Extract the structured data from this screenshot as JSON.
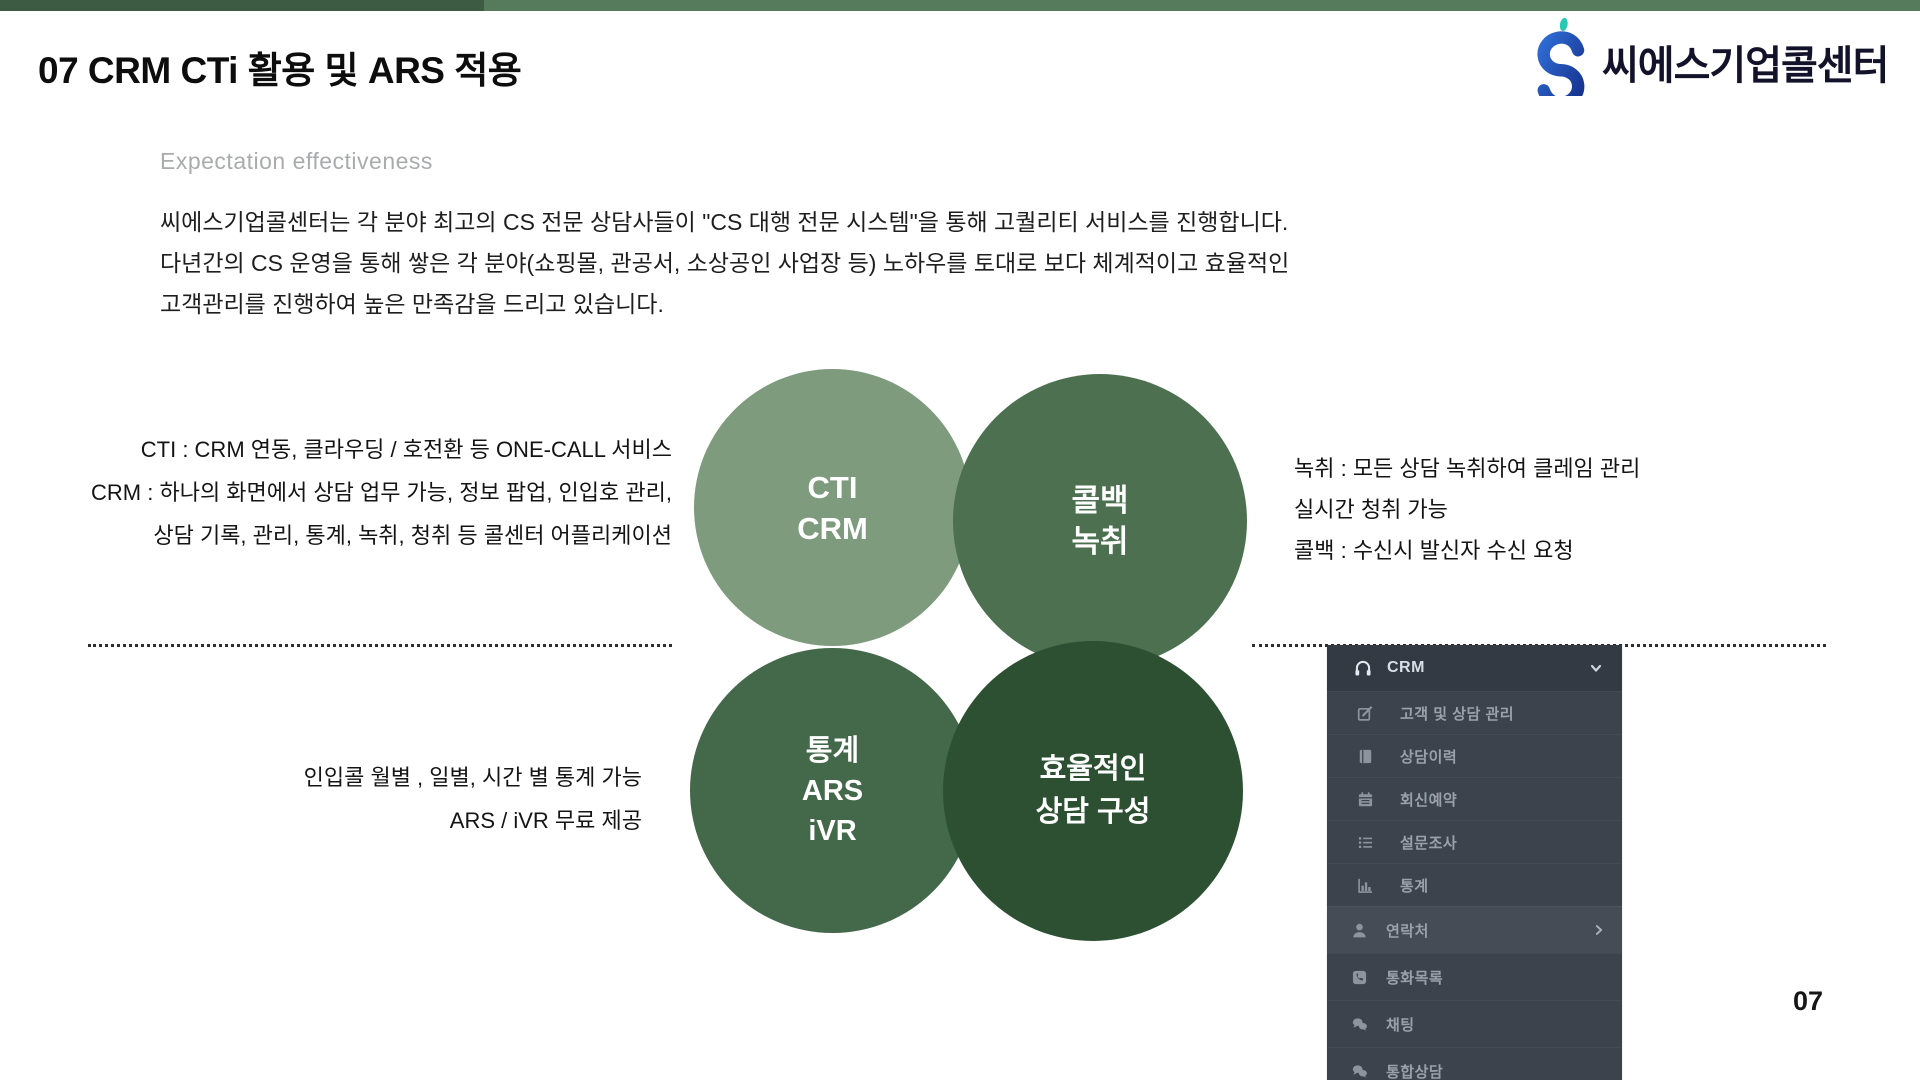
{
  "page": {
    "title": "07 CRM CTi 활용 및 ARS 적용",
    "number": "07"
  },
  "logo": {
    "text": "씨에스기업콜센터",
    "icon": "cs-company-logo-icon",
    "teal": "#29C8B4",
    "blue": "#2F6BD4",
    "navy": "#16328E"
  },
  "colors": {
    "bar_left": "#3D5B43",
    "bar_right": "#567A5C",
    "sidebar_bg": "#3C434D",
    "sidebar_header_bg": "#333A44"
  },
  "intro": {
    "subtitle": "Expectation effectiveness",
    "lines": [
      "씨에스기업콜센터는 각 분야 최고의 CS 전문 상담사들이 \"CS 대행 전문 시스템\"을 통해 고퀄리티 서비스를 진행합니다.",
      "다년간의 CS 운영을 통해 쌓은 각 분야(쇼핑몰, 관공서, 소상공인 사업장 등) 노하우를 토대로 보다 체계적이고 효율적인",
      "고객관리를 진행하여 높은 만족감을 드리고 있습니다."
    ]
  },
  "notes": {
    "cti_crm": [
      "CTI : CRM 연동, 클라우딩 / 호전환 등 ONE-CALL 서비스",
      "CRM : 하나의 화면에서 상담 업무 가능, 정보 팝업, 인입호 관리,",
      "상담 기록, 관리, 통계, 녹취, 청취 등 콜센터 어플리케이션"
    ],
    "record_callback": [
      "녹취 : 모든 상담 녹취하여 클레임 관리",
      "실시간 청취 가능",
      "콜백 : 수신시 발신자 수신 요청"
    ],
    "stats_ars": [
      "인입콜 월별 , 일별, 시간 별 통계 가능",
      "ARS / iVR 무료 제공"
    ]
  },
  "circles": [
    {
      "id": "cti-crm",
      "color": "#7E9B7E",
      "lines": [
        "CTI",
        "CRM"
      ]
    },
    {
      "id": "callback-record",
      "color": "#4D7051",
      "lines": [
        "콜백",
        "녹취"
      ]
    },
    {
      "id": "stats-ars-ivr",
      "color": "#44684A",
      "lines": [
        "통계",
        "ARS",
        "iVR"
      ]
    },
    {
      "id": "efficient-setup",
      "color": "#2D5033",
      "lines": [
        "효율적인",
        "상담 구성"
      ]
    }
  ],
  "sidebar": {
    "header": {
      "label": "CRM",
      "icon": "headset-icon",
      "caret": "chevron-down-icon"
    },
    "submenu": [
      {
        "label": "고객 및 상담 관리",
        "icon": "edit-icon"
      },
      {
        "label": "상담이력",
        "icon": "book-icon"
      },
      {
        "label": "회신예약",
        "icon": "calendar-icon"
      },
      {
        "label": "설문조사",
        "icon": "list-icon"
      },
      {
        "label": "통계",
        "icon": "chart-icon"
      }
    ],
    "items": [
      {
        "label": "연락처",
        "icon": "user-icon",
        "caret": "chevron-right-icon"
      },
      {
        "label": "통화목록",
        "icon": "phone-icon"
      },
      {
        "label": "채팅",
        "icon": "chat-icon"
      },
      {
        "label": "통합상담",
        "icon": "chat-icon"
      }
    ]
  }
}
